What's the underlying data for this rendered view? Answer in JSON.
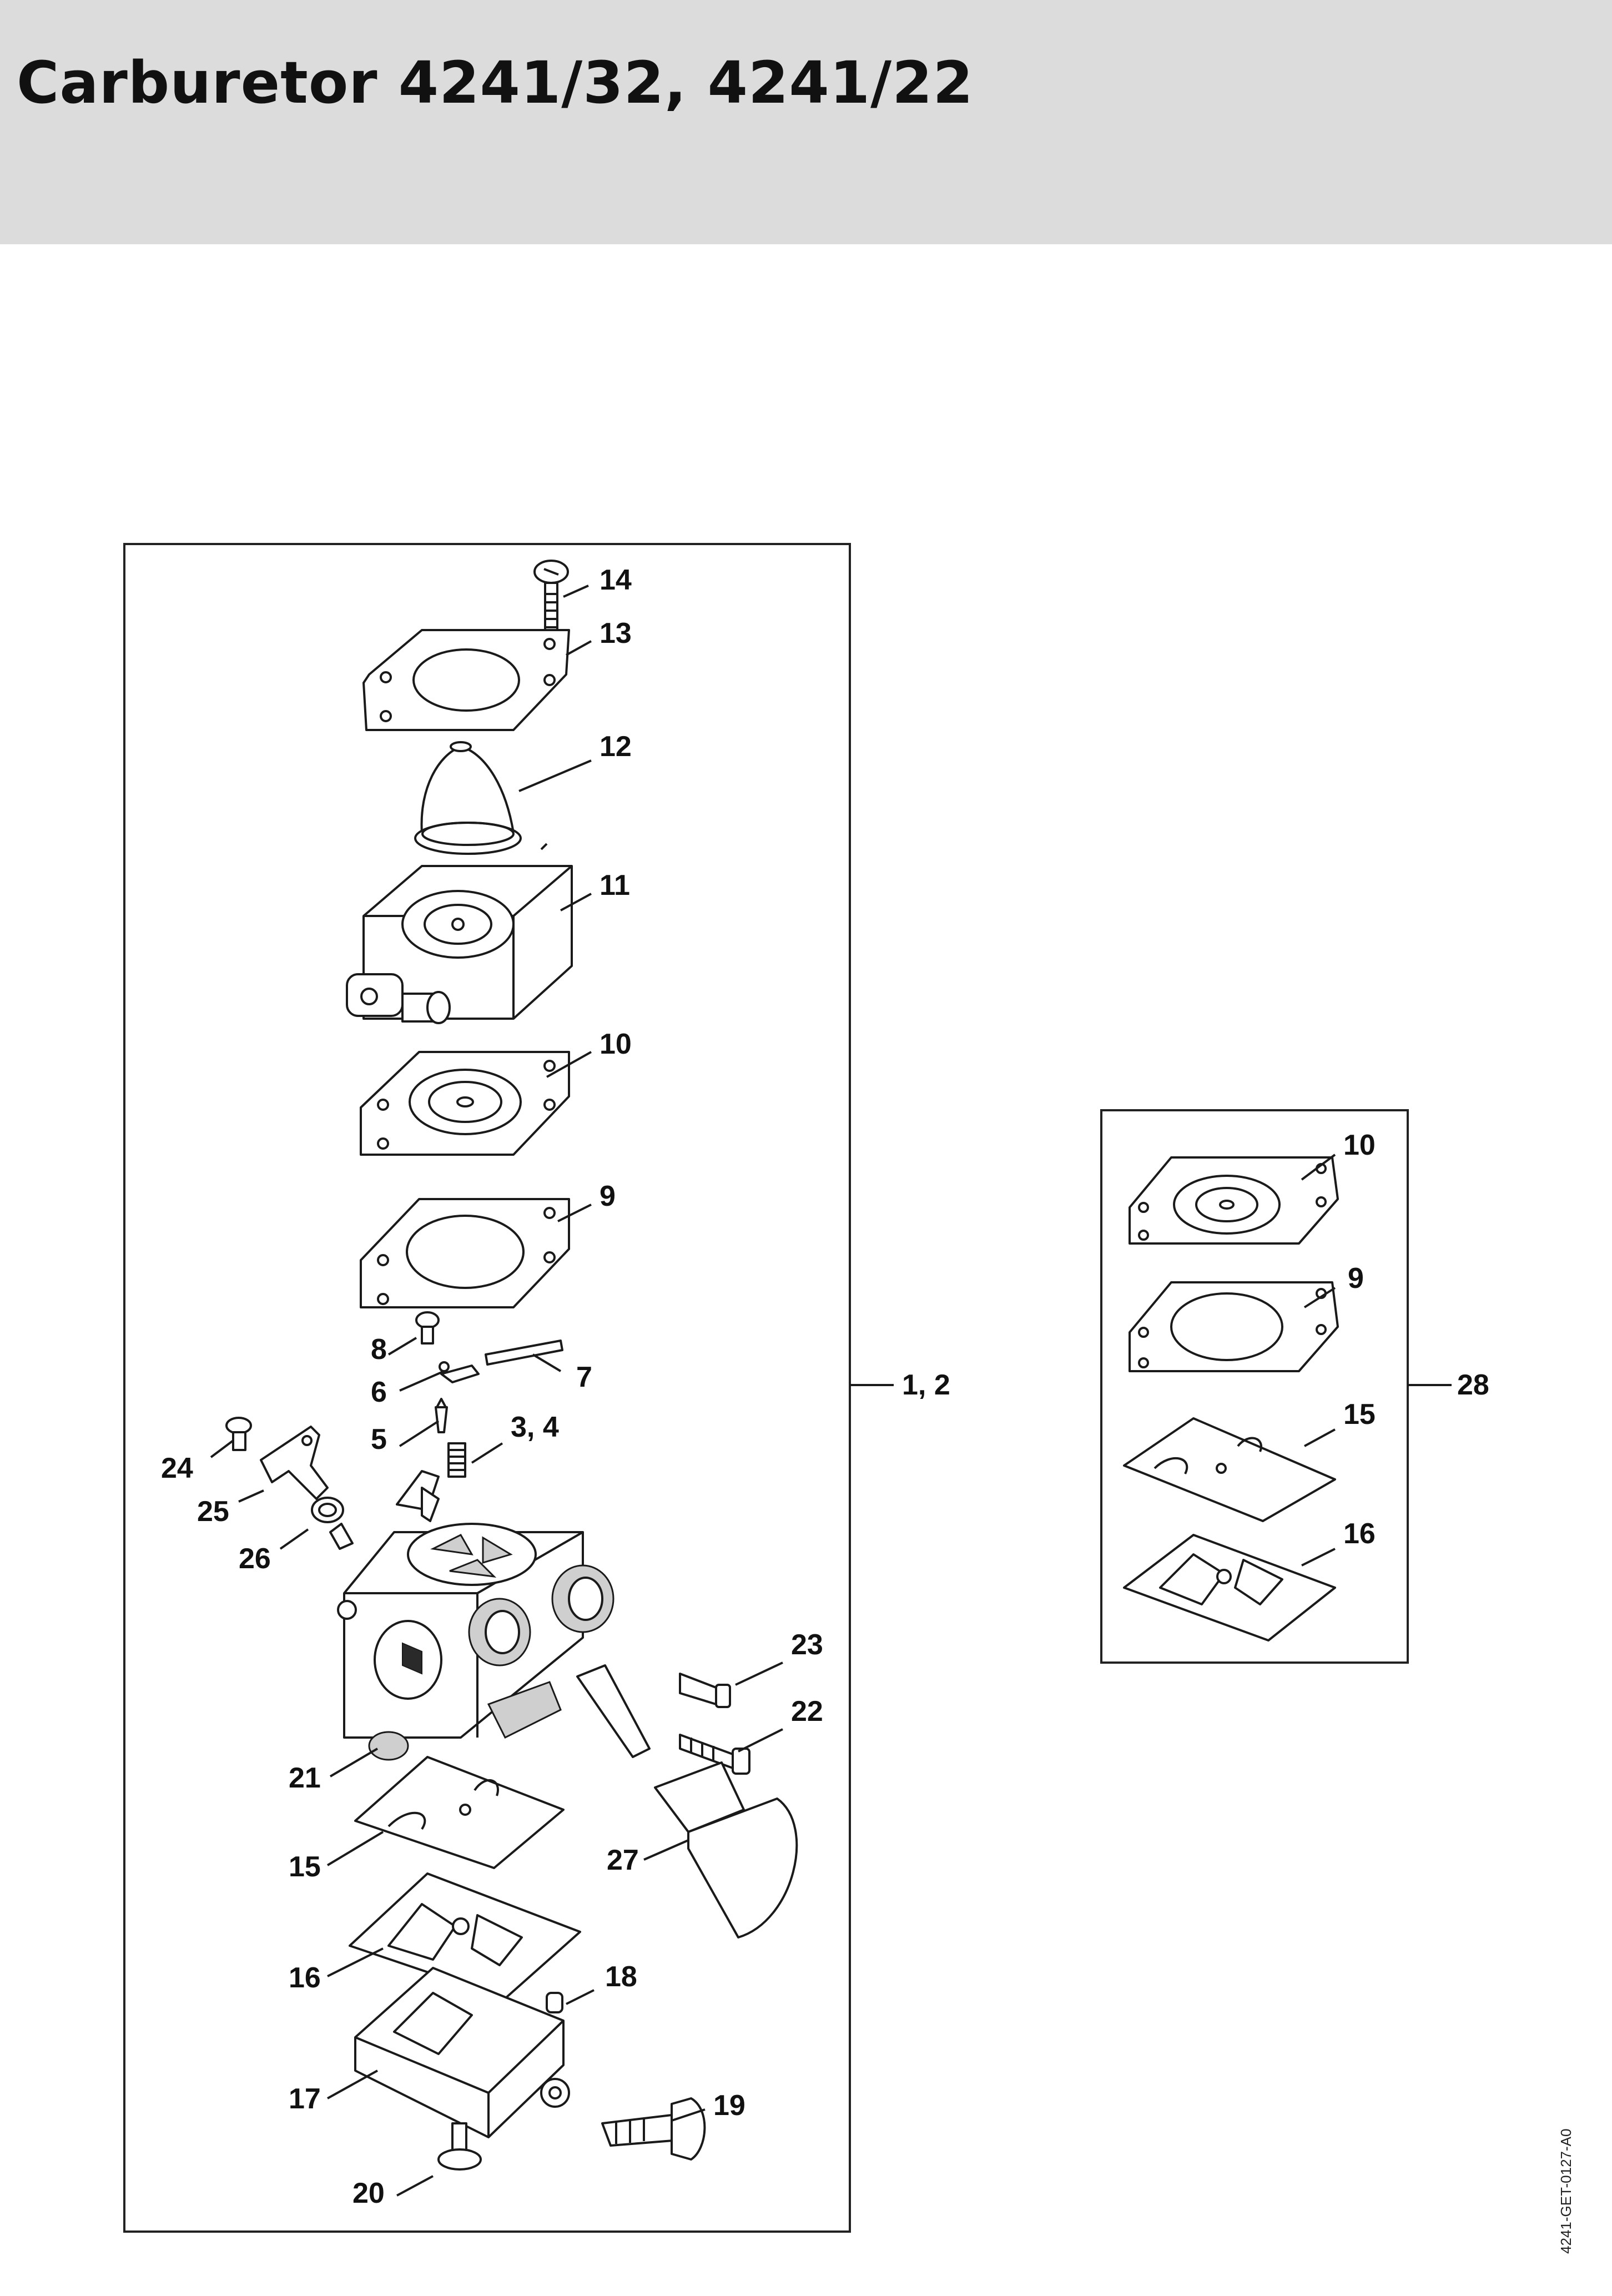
{
  "title": "Carburetor 4241/32, 4241/22",
  "reference_code": "4241-GET-0127-A0",
  "main_panel": {
    "callouts": {
      "p14": "14",
      "p13": "13",
      "p12": "12",
      "p11": "11",
      "p10": "10",
      "p9": "9",
      "p8": "8",
      "p7": "7",
      "p6": "6",
      "p5": "5",
      "p3_4": "3, 4",
      "p24": "24",
      "p25": "25",
      "p26": "26",
      "p23": "23",
      "p22": "22",
      "p21": "21",
      "p15": "15",
      "p27": "27",
      "p16": "16",
      "p18": "18",
      "p17": "17",
      "p19": "19",
      "p20": "20"
    },
    "assembly_label": "1, 2"
  },
  "kit_panel": {
    "callouts": {
      "p10": "10",
      "p9": "9",
      "p15": "15",
      "p16": "16"
    },
    "assembly_label": "28"
  }
}
